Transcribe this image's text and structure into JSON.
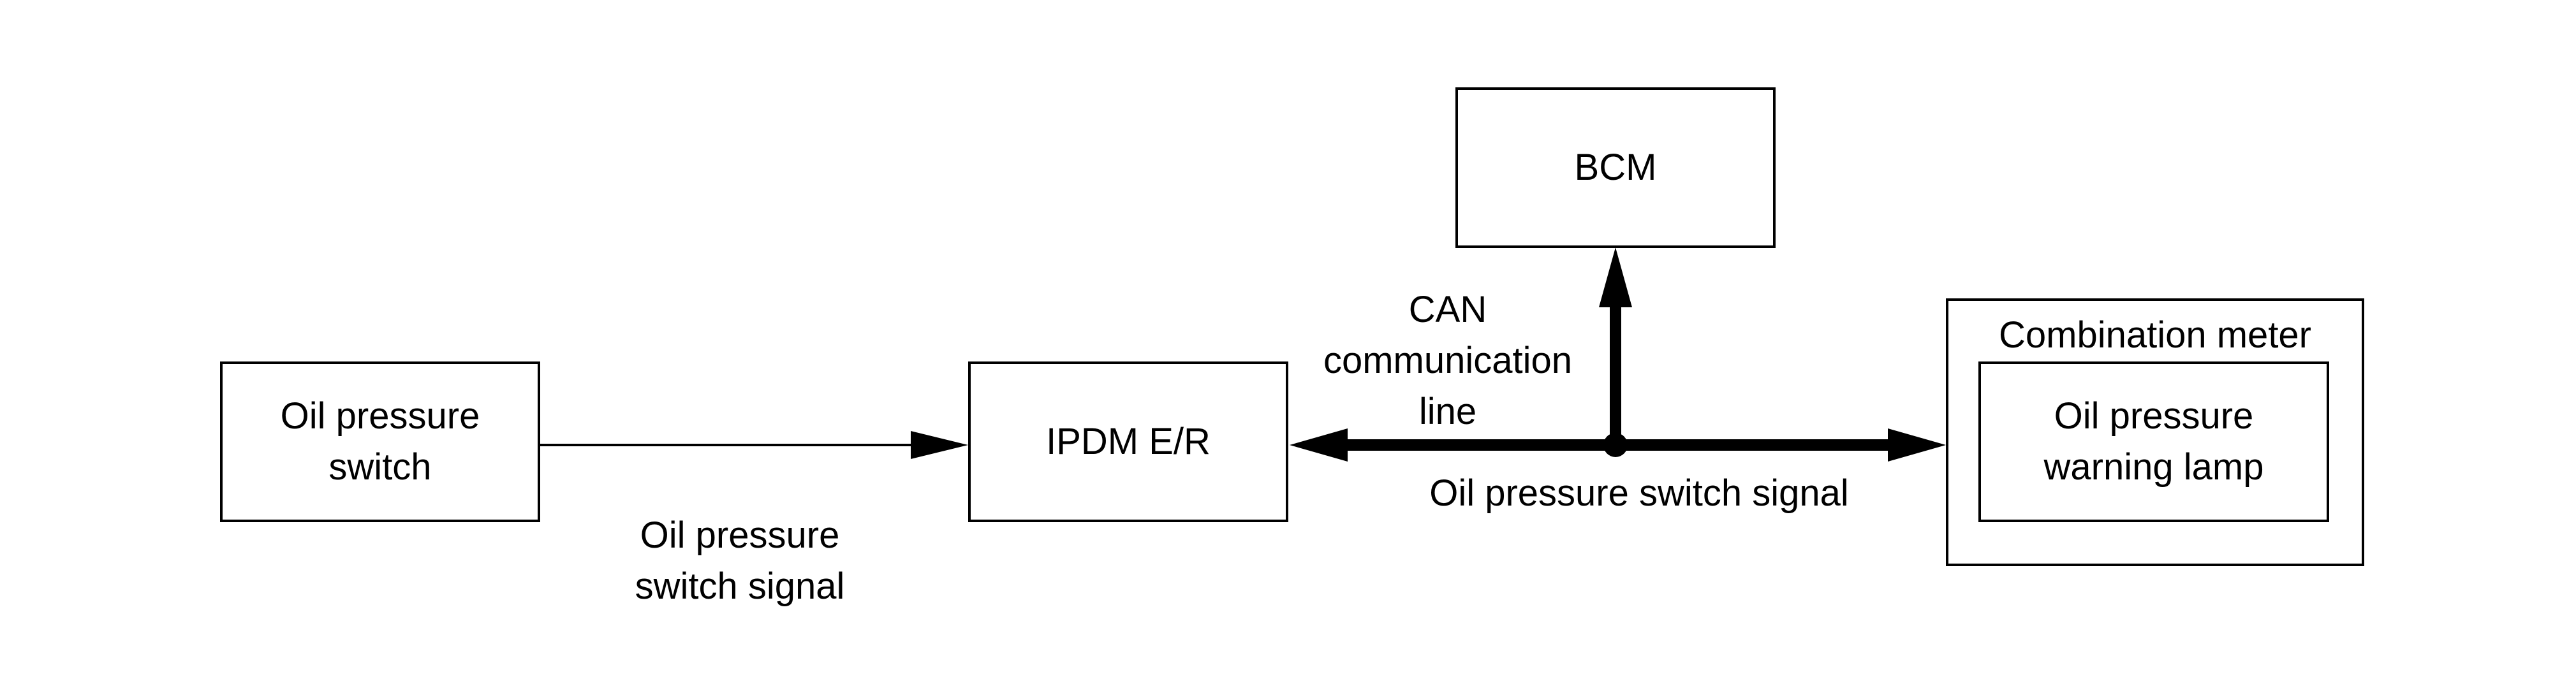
{
  "nodes": {
    "oil_pressure_switch": "Oil pressure\nswitch",
    "ipdm": "IPDM E/R",
    "bcm": "BCM",
    "combination_meter": "Combination meter",
    "warning_lamp": "Oil pressure\nwarning lamp"
  },
  "labels": {
    "switch_signal_left": "Oil pressure\nswitch signal",
    "can_line": "CAN\ncommunication\nline",
    "switch_signal_right": "Oil pressure switch signal"
  },
  "colors": {
    "line": "#000000",
    "background": "#ffffff"
  }
}
